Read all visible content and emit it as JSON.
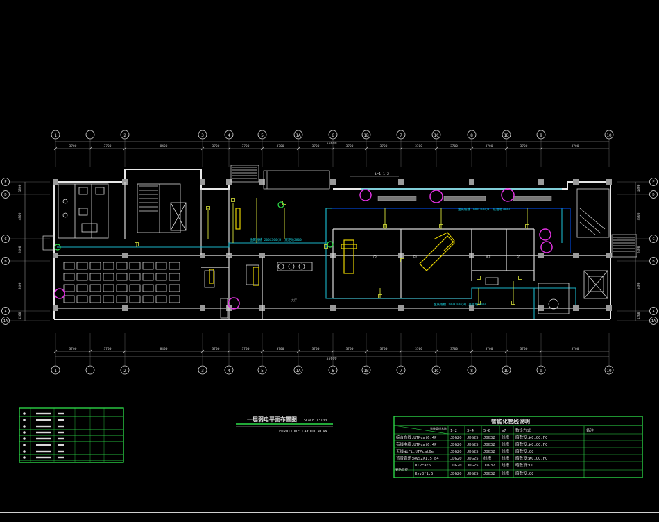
{
  "drawing": {
    "title": "一层弱电平面布置图",
    "scale": "SCALE 1:100",
    "subtitle": "FURNITURE LAYOUT PLAN",
    "slope_note": "i=1:1.2"
  },
  "axes": {
    "top_labels": [
      "1",
      "",
      "2",
      "3",
      "4",
      "5",
      "1A",
      "6",
      "1B",
      "7",
      "1C",
      "8",
      "1D",
      "9",
      "10"
    ],
    "bottom_labels": [
      "1",
      "",
      "2",
      "3",
      "4",
      "5",
      "1A",
      "6",
      "1B",
      "7",
      "1C",
      "8",
      "1D",
      "9",
      "10"
    ],
    "left_labels": [
      "E",
      "D",
      "C",
      "B",
      "A",
      "1A"
    ],
    "right_labels": [
      "E",
      "D",
      "C",
      "B",
      "A",
      "1A"
    ],
    "top_dims": [
      "3700",
      "3700",
      "8400",
      "3700",
      "3700",
      "3700",
      "3700",
      "3700",
      "3700",
      "3700",
      "3700",
      "3700",
      "3700",
      "3700"
    ],
    "bottom_dims": [
      "3700",
      "3700",
      "8400",
      "3700",
      "3700",
      "3700",
      "3700",
      "3700",
      "3700",
      "3700",
      "3700",
      "3700",
      "3700",
      "3700"
    ],
    "overall_dim": "55600",
    "left_dims": [
      "1800",
      "4800",
      "2400",
      "5400",
      "1200"
    ]
  },
  "plan_labels": {
    "tray_1": "金属线槽 200X100(H) 底距地2800",
    "tray_2": "金属线槽 100X100(H) 底距地2800",
    "tray_3": "金属线槽 200X100(H) 底距地2800",
    "room_a": "CR",
    "room_b": "EP",
    "room_c": "MEP",
    "room_d": "EQ",
    "lobby": "大厅"
  },
  "legend": {
    "rows": 8
  },
  "system_table": {
    "title": "智能化管线说明",
    "headers": [
      "",
      "1~2",
      "3~4",
      "5~6",
      "≥7",
      "敷设方式",
      "备注"
    ],
    "header_note": "系统管线名称",
    "rows": [
      [
        "综合布线:UTPcat6.4P",
        "JDG20",
        "JDG25",
        "JDG32",
        "线槽",
        "暗敷设:WC,CC,FC",
        ""
      ],
      [
        "有线电视:UTPcat6.4P",
        "JDG20",
        "JDG25",
        "JDG32",
        "线槽",
        "暗敷设:WC,CC,FC",
        ""
      ],
      [
        "无线WiFi:UTPcat6e",
        "JDG20",
        "JDG25",
        "JDG32",
        "线槽",
        "暗敷设:CC",
        ""
      ],
      [
        "背景音乐:RVS2X1.5 B4",
        "JDG20",
        "JDG25",
        "线槽",
        "线槽",
        "暗敷设:WC,CC,FC",
        ""
      ],
      [
        "UTPcat6",
        "JDG20",
        "JDG25",
        "JDG32",
        "线槽",
        "暗敷设:CC",
        ""
      ],
      [
        "Rvv3*1.5",
        "JDG20",
        "JDG25",
        "JDG32",
        "线槽",
        "暗敷设:CC",
        ""
      ]
    ],
    "merged_label": "安防监控"
  }
}
